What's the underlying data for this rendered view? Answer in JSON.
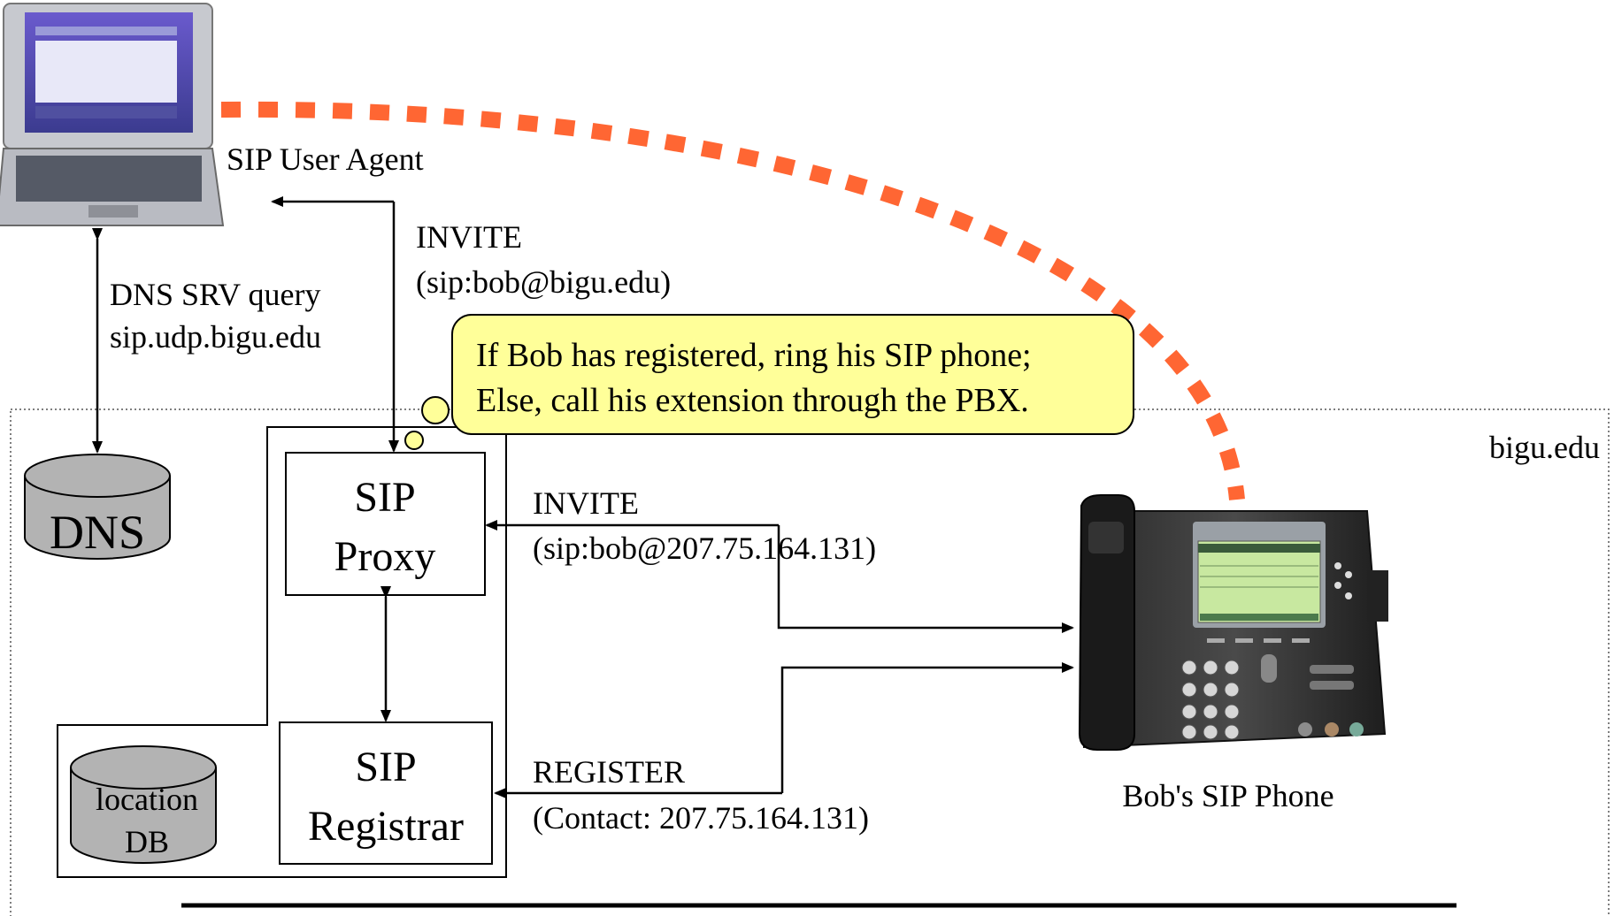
{
  "labels": {
    "user_agent": "SIP User Agent",
    "invite_1_line1": "INVITE",
    "invite_1_line2": "(sip:bob@bigu.edu)",
    "dns_query_line1": "DNS SRV query",
    "dns_query_line2": "sip.udp.bigu.edu",
    "domain": "bigu.edu",
    "invite_2_line1": "INVITE",
    "invite_2_line2": "(sip:bob@207.75.164.131)",
    "register_line1": "REGISTER",
    "register_line2": "(Contact: 207.75.164.131)",
    "phone": "Bob's SIP Phone"
  },
  "nodes": {
    "dns": "DNS",
    "proxy_line1": "SIP",
    "proxy_line2": "Proxy",
    "registrar_line1": "SIP",
    "registrar_line2": "Registrar",
    "location_db_line1": "location",
    "location_db_line2": "DB"
  },
  "callout": {
    "line1": "If Bob has registered, ring his SIP phone;",
    "line2": "Else, call his extension through the PBX."
  },
  "colors": {
    "dashed_path": "#ff6633",
    "callout_fill": "#ffff99",
    "cylinder_fill": "#b3b3b3",
    "phone_screen": "#c8e8a0"
  },
  "icons": {
    "laptop": "laptop-icon",
    "phone": "ip-phone-icon"
  }
}
